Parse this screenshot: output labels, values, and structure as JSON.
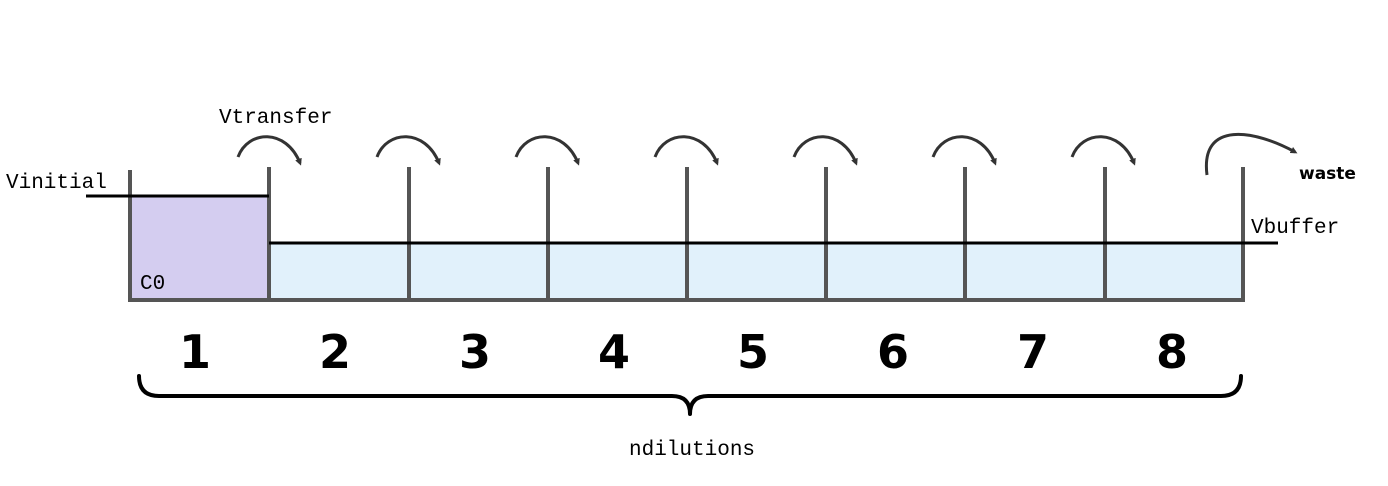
{
  "labels": {
    "v_initial": "Vinitial",
    "v_transfer": "Vtransfer",
    "v_buffer": "Vbuffer",
    "c0": "C0",
    "waste": "waste",
    "n_dilutions": "ndilutions"
  },
  "wells": [
    "1",
    "2",
    "3",
    "4",
    "5",
    "6",
    "7",
    "8"
  ],
  "colors": {
    "initial_fill": "#d4cdf0",
    "buffer_fill": "#e1f1fb",
    "wall": "#555555",
    "line": "#000000",
    "arrow": "#333333"
  }
}
